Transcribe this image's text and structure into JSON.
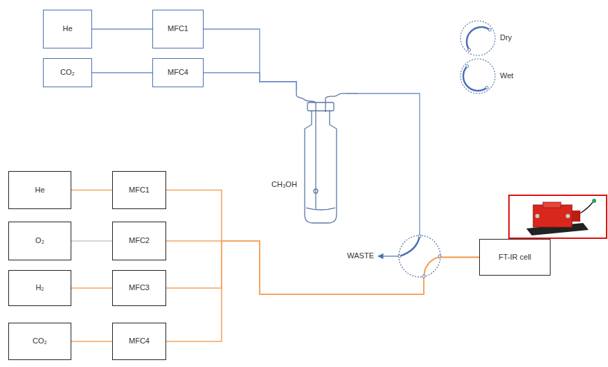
{
  "diagram": {
    "nodes": [
      {
        "text": [
          "He"
        ]
      },
      {
        "text": [
          "MFC1"
        ]
      },
      {
        "text": [
          "CO₂"
        ]
      },
      {
        "text": [
          "MFC4"
        ]
      },
      {
        "text": [
          "Dry"
        ]
      },
      {
        "text": [
          "Wet"
        ]
      },
      {
        "text": [
          "CH₃OH"
        ]
      },
      {
        "text": [
          "He"
        ]
      },
      {
        "text": [
          "MFC1"
        ]
      },
      {
        "text": [
          "O₂"
        ]
      },
      {
        "text": [
          "MFC2"
        ]
      },
      {
        "text": [
          "H₂"
        ]
      },
      {
        "text": [
          "MFC3"
        ]
      },
      {
        "text": [
          "CO₂"
        ]
      },
      {
        "text": [
          "MFC4"
        ]
      },
      {
        "text": [
          "FT-IR cell"
        ]
      }
    ],
    "edges": [
      {
        "from": 0,
        "to": 1,
        "arrow": "none"
      },
      {
        "from": 2,
        "to": 3,
        "arrow": "none"
      },
      {
        "from": 1,
        "to": 6,
        "arrow": "none"
      },
      {
        "from": 3,
        "to": 6,
        "arrow": "none"
      },
      {
        "from": 7,
        "to": 8,
        "arrow": "none"
      },
      {
        "from": 9,
        "to": 10,
        "arrow": "none"
      },
      {
        "from": 11,
        "to": 12,
        "arrow": "none"
      },
      {
        "from": 13,
        "to": 14,
        "arrow": "none"
      },
      {
        "from": 8,
        "to": 15,
        "arrow": "none"
      },
      {
        "from": 10,
        "to": 15,
        "arrow": "none"
      },
      {
        "from": 12,
        "to": 15,
        "arrow": "none"
      },
      {
        "from": 14,
        "to": 15,
        "arrow": "none"
      }
    ],
    "labels": [
      "WASTE"
    ]
  }
}
